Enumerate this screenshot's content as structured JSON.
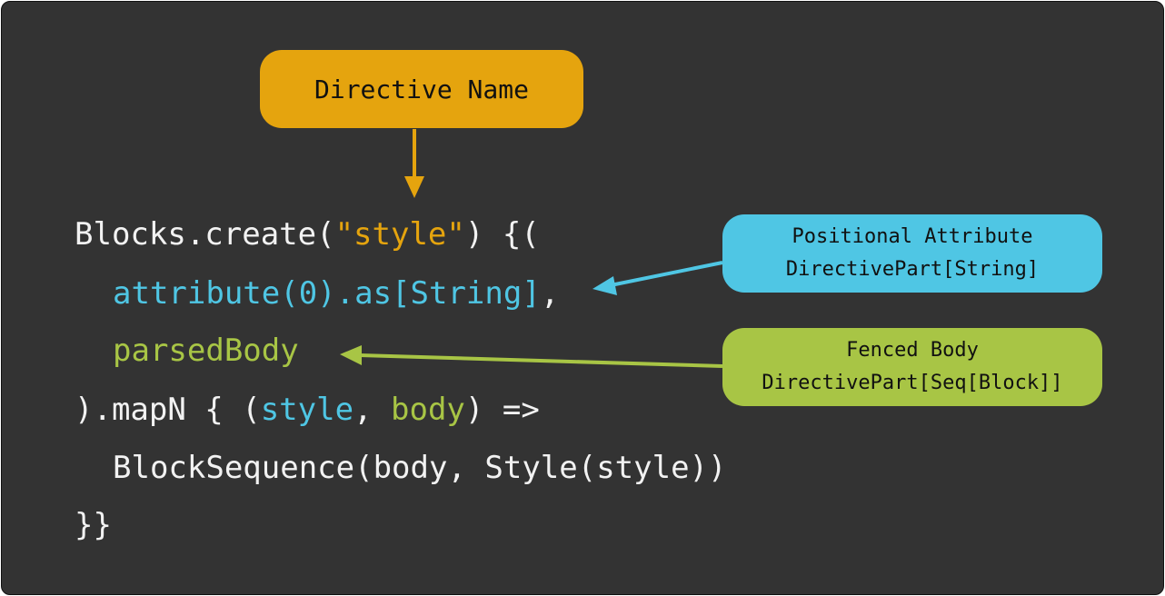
{
  "callouts": {
    "directive_name": {
      "label": "Directive Name",
      "color": "#e5a40e"
    },
    "positional_attribute": {
      "title": "Positional Attribute",
      "type": "DirectivePart[String]",
      "color": "#4fc6e4"
    },
    "fenced_body": {
      "title": "Fenced Body",
      "type": "DirectivePart[Seq[Block]]",
      "color": "#a8c545"
    }
  },
  "code": {
    "line1": {
      "prefix": "Blocks.create(",
      "string": "\"style\"",
      "suffix": ") {("
    },
    "line2": {
      "expr": "attribute(0).as[String]",
      "suffix": ","
    },
    "line3": {
      "expr": "parsedBody"
    },
    "line4": {
      "prefix": ").mapN { (",
      "param1": "style",
      "sep": ", ",
      "param2": "body",
      "suffix": ") =>"
    },
    "line5": {
      "text": "BlockSequence(body, Style(style))"
    },
    "line6": {
      "text": "}}"
    }
  },
  "colors": {
    "background": "#333333",
    "code_text": "#f2f2f2",
    "yellow": "#e5a40e",
    "blue": "#4fc6e4",
    "green": "#a8c545"
  }
}
